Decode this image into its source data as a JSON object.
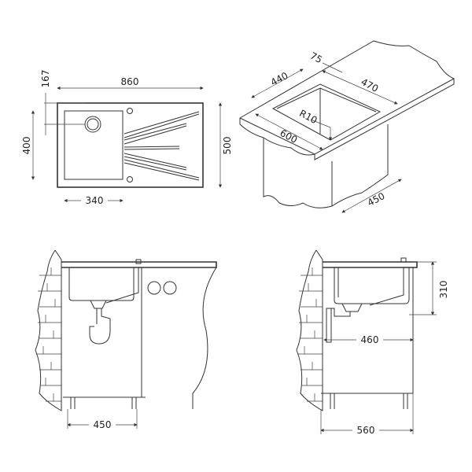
{
  "title": "Sink technical drawing",
  "plan_view": {
    "length": "860",
    "depth": "500",
    "bowl_depth": "400",
    "bowl_width": "340",
    "drain_offset": "167"
  },
  "cutout_view": {
    "edge": "75",
    "cutout_width": "440",
    "cutout_depth": "470",
    "radius": "R10",
    "countertop_depth": "600",
    "cabinet_width": "450"
  },
  "front_view": {
    "cabinet_width": "450"
  },
  "side_view": {
    "bowl_height": "310",
    "drain_depth": "460",
    "cabinet_depth": "560"
  },
  "colors": {
    "line": "#333333",
    "background": "#ffffff"
  }
}
